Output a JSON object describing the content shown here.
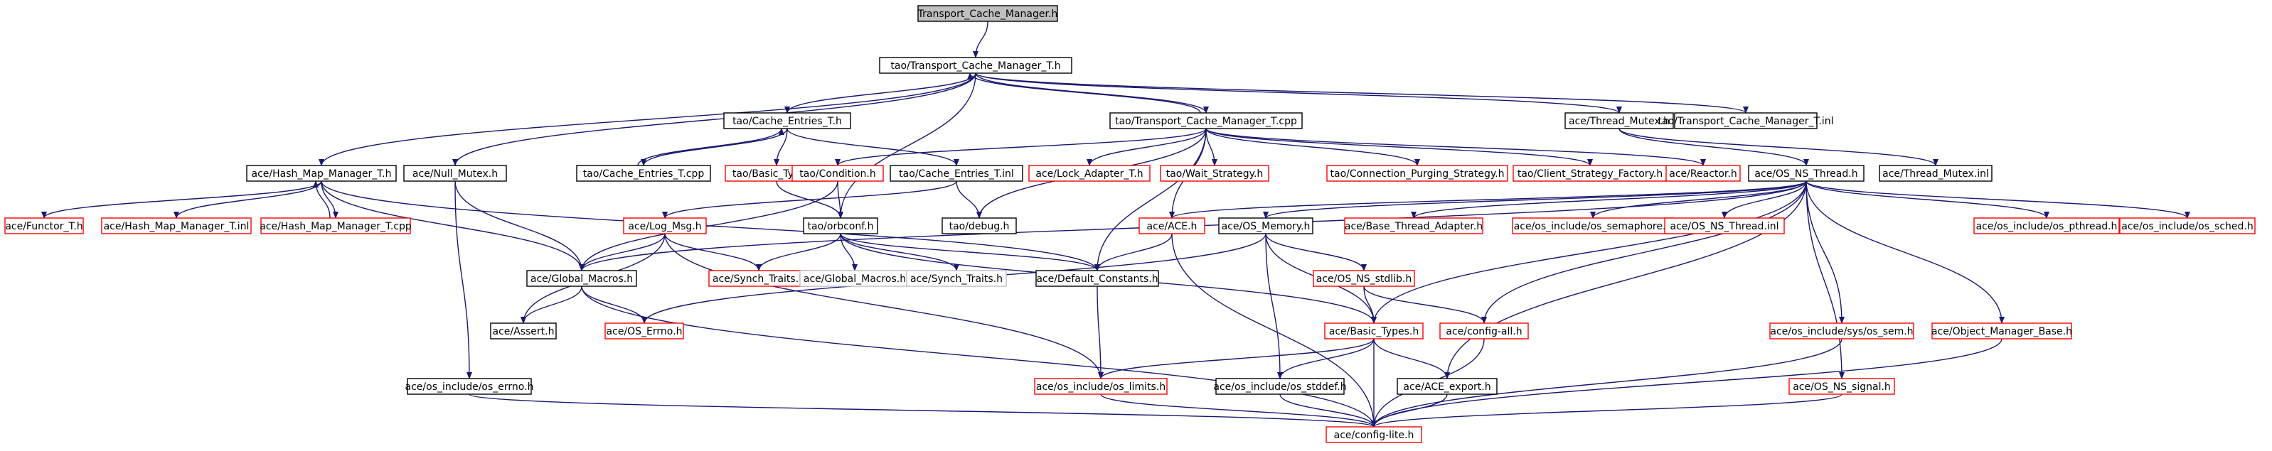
{
  "colors": {
    "edge": "#191970",
    "border_normal": "#000000",
    "border_truncated": "#ff0000",
    "border_external": "#bfbfbf",
    "fill_root": "#bfbfbf",
    "fill_default": "#ffffff"
  },
  "nodes": [
    {
      "id": "n0",
      "label": "Transport_Cache_Manager.h",
      "kind": "root"
    },
    {
      "id": "n1",
      "label": "tao/Transport_Cache_Manager_T.h",
      "kind": "normal"
    },
    {
      "id": "n2",
      "label": "tao/Cache_Entries_T.h",
      "kind": "normal"
    },
    {
      "id": "n3",
      "label": "tao/Transport_Cache_Manager_T.cpp",
      "kind": "normal"
    },
    {
      "id": "n4",
      "label": "ace/Thread_Mutex.h",
      "kind": "normal"
    },
    {
      "id": "n5",
      "label": "tao/Transport_Cache_Manager_T.inl",
      "kind": "normal"
    },
    {
      "id": "n6",
      "label": "ace/Hash_Map_Manager_T.h",
      "kind": "normal"
    },
    {
      "id": "n7",
      "label": "ace/Null_Mutex.h",
      "kind": "normal"
    },
    {
      "id": "n8",
      "label": "tao/Cache_Entries_T.cpp",
      "kind": "normal"
    },
    {
      "id": "n9",
      "label": "tao/Basic_Types.h",
      "kind": "truncated"
    },
    {
      "id": "n10",
      "label": "tao/Condition.h",
      "kind": "truncated"
    },
    {
      "id": "n11",
      "label": "tao/Cache_Entries_T.inl",
      "kind": "normal"
    },
    {
      "id": "n12",
      "label": "ace/Lock_Adapter_T.h",
      "kind": "truncated"
    },
    {
      "id": "n13",
      "label": "tao/Wait_Strategy.h",
      "kind": "truncated"
    },
    {
      "id": "n14",
      "label": "tao/Connection_Purging_Strategy.h",
      "kind": "truncated"
    },
    {
      "id": "n15",
      "label": "tao/Client_Strategy_Factory.h",
      "kind": "truncated"
    },
    {
      "id": "n16",
      "label": "ace/Reactor.h",
      "kind": "truncated"
    },
    {
      "id": "n17",
      "label": "ace/OS_NS_Thread.h",
      "kind": "normal"
    },
    {
      "id": "n18",
      "label": "ace/Thread_Mutex.inl",
      "kind": "normal"
    },
    {
      "id": "n19",
      "label": "ace/Functor_T.h",
      "kind": "truncated"
    },
    {
      "id": "n20",
      "label": "ace/Hash_Map_Manager_T.inl",
      "kind": "truncated"
    },
    {
      "id": "n21",
      "label": "ace/Hash_Map_Manager_T.cpp",
      "kind": "truncated"
    },
    {
      "id": "n22",
      "label": "ace/Log_Msg.h",
      "kind": "truncated"
    },
    {
      "id": "n23",
      "label": "tao/orbconf.h",
      "kind": "normal"
    },
    {
      "id": "n24",
      "label": "tao/debug.h",
      "kind": "normal"
    },
    {
      "id": "n25",
      "label": "ace/ACE.h",
      "kind": "truncated"
    },
    {
      "id": "n26",
      "label": "ace/OS_Memory.h",
      "kind": "normal"
    },
    {
      "id": "n27",
      "label": "ace/Base_Thread_Adapter.h",
      "kind": "truncated"
    },
    {
      "id": "n28",
      "label": "ace/os_include/os_semaphore.h",
      "kind": "truncated"
    },
    {
      "id": "n29",
      "label": "ace/OS_NS_Thread.inl",
      "kind": "truncated"
    },
    {
      "id": "n30",
      "label": "ace/os_include/os_pthread.h",
      "kind": "truncated"
    },
    {
      "id": "n31",
      "label": "ace/os_include/os_sched.h",
      "kind": "truncated"
    },
    {
      "id": "n32",
      "label": "ace/Global_Macros.h",
      "kind": "normal"
    },
    {
      "id": "n33",
      "label": "ace/Synch_Traits.h",
      "kind": "truncated"
    },
    {
      "id": "n34",
      "label": "ace/Global_Macros.h",
      "kind": "external"
    },
    {
      "id": "n35",
      "label": "ace/Synch_Traits.h",
      "kind": "external"
    },
    {
      "id": "n36",
      "label": "ace/Default_Constants.h",
      "kind": "normal"
    },
    {
      "id": "n37",
      "label": "ace/OS_NS_stdlib.h",
      "kind": "truncated"
    },
    {
      "id": "n38",
      "label": "ace/Assert.h",
      "kind": "normal"
    },
    {
      "id": "n39",
      "label": "ace/OS_Errno.h",
      "kind": "truncated"
    },
    {
      "id": "n40",
      "label": "ace/Basic_Types.h",
      "kind": "truncated"
    },
    {
      "id": "n41",
      "label": "ace/config-all.h",
      "kind": "truncated"
    },
    {
      "id": "n42",
      "label": "ace/os_include/sys/os_sem.h",
      "kind": "truncated"
    },
    {
      "id": "n43",
      "label": "ace/Object_Manager_Base.h",
      "kind": "truncated"
    },
    {
      "id": "n44",
      "label": "ace/os_include/os_errno.h",
      "kind": "normal"
    },
    {
      "id": "n45",
      "label": "ace/os_include/os_limits.h",
      "kind": "truncated"
    },
    {
      "id": "n46",
      "label": "ace/os_include/os_stddef.h",
      "kind": "normal"
    },
    {
      "id": "n47",
      "label": "ace/ACE_export.h",
      "kind": "normal"
    },
    {
      "id": "n48",
      "label": "ace/OS_NS_signal.h",
      "kind": "truncated"
    },
    {
      "id": "n49",
      "label": "ace/config-lite.h",
      "kind": "truncated"
    }
  ],
  "edges": [
    [
      "n0",
      "n1"
    ],
    [
      "n1",
      "n2"
    ],
    [
      "n1",
      "n3"
    ],
    [
      "n1",
      "n4"
    ],
    [
      "n1",
      "n5"
    ],
    [
      "n1",
      "n6"
    ],
    [
      "n1",
      "n7"
    ],
    [
      "n1",
      "n23"
    ],
    [
      "n3",
      "n1"
    ],
    [
      "n2",
      "n8"
    ],
    [
      "n2",
      "n9"
    ],
    [
      "n2",
      "n11"
    ],
    [
      "n8",
      "n2"
    ],
    [
      "n3",
      "n10"
    ],
    [
      "n3",
      "n12"
    ],
    [
      "n3",
      "n13"
    ],
    [
      "n3",
      "n14"
    ],
    [
      "n3",
      "n15"
    ],
    [
      "n3",
      "n16"
    ],
    [
      "n3",
      "n24"
    ],
    [
      "n3",
      "n25"
    ],
    [
      "n3",
      "n36"
    ],
    [
      "n4",
      "n17"
    ],
    [
      "n4",
      "n18"
    ],
    [
      "n6",
      "n19"
    ],
    [
      "n6",
      "n20"
    ],
    [
      "n6",
      "n21"
    ],
    [
      "n6",
      "n32"
    ],
    [
      "n6",
      "n36"
    ],
    [
      "n21",
      "n6"
    ],
    [
      "n7",
      "n32"
    ],
    [
      "n7",
      "n44"
    ],
    [
      "n9",
      "n23"
    ],
    [
      "n10",
      "n23"
    ],
    [
      "n10",
      "n32"
    ],
    [
      "n11",
      "n24"
    ],
    [
      "n11",
      "n22"
    ],
    [
      "n17",
      "n25"
    ],
    [
      "n17",
      "n26"
    ],
    [
      "n17",
      "n27"
    ],
    [
      "n17",
      "n28"
    ],
    [
      "n17",
      "n29"
    ],
    [
      "n17",
      "n30"
    ],
    [
      "n17",
      "n31"
    ],
    [
      "n17",
      "n32"
    ],
    [
      "n17",
      "n40"
    ],
    [
      "n17",
      "n42"
    ],
    [
      "n17",
      "n43"
    ],
    [
      "n17",
      "n41"
    ],
    [
      "n17",
      "n47"
    ],
    [
      "n17",
      "n48"
    ],
    [
      "n22",
      "n32"
    ],
    [
      "n22",
      "n33"
    ],
    [
      "n22",
      "n38"
    ],
    [
      "n22",
      "n45"
    ],
    [
      "n23",
      "n33"
    ],
    [
      "n23",
      "n34"
    ],
    [
      "n23",
      "n35"
    ],
    [
      "n23",
      "n36"
    ],
    [
      "n23",
      "n40"
    ],
    [
      "n25",
      "n36"
    ],
    [
      "n25",
      "n49"
    ],
    [
      "n26",
      "n37"
    ],
    [
      "n26",
      "n39"
    ],
    [
      "n26",
      "n40"
    ],
    [
      "n26",
      "n46"
    ],
    [
      "n32",
      "n38"
    ],
    [
      "n32",
      "n39"
    ],
    [
      "n32",
      "n49"
    ],
    [
      "n36",
      "n45"
    ],
    [
      "n37",
      "n40"
    ],
    [
      "n37",
      "n41"
    ],
    [
      "n40",
      "n45"
    ],
    [
      "n40",
      "n46"
    ],
    [
      "n40",
      "n47"
    ],
    [
      "n40",
      "n49"
    ],
    [
      "n41",
      "n49"
    ],
    [
      "n42",
      "n49"
    ],
    [
      "n43",
      "n49"
    ],
    [
      "n44",
      "n49"
    ],
    [
      "n45",
      "n49"
    ],
    [
      "n46",
      "n49"
    ],
    [
      "n47",
      "n49"
    ],
    [
      "n48",
      "n49"
    ]
  ]
}
